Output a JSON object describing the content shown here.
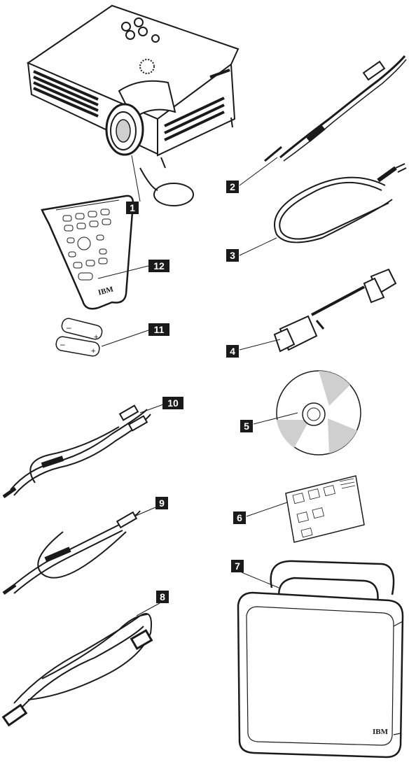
{
  "callouts": {
    "c1": "1",
    "c2": "2",
    "c3": "3",
    "c4": "4",
    "c5": "5",
    "c6": "6",
    "c7": "7",
    "c8": "8",
    "c9": "9",
    "c10": "10",
    "c11": "11",
    "c12": "12"
  },
  "logos": {
    "remote_logo": "IBM",
    "bag_logo": "IBM"
  },
  "colors": {
    "ink": "#1a1a1a",
    "paper": "#ffffff",
    "shade": "#cfcfcf"
  }
}
